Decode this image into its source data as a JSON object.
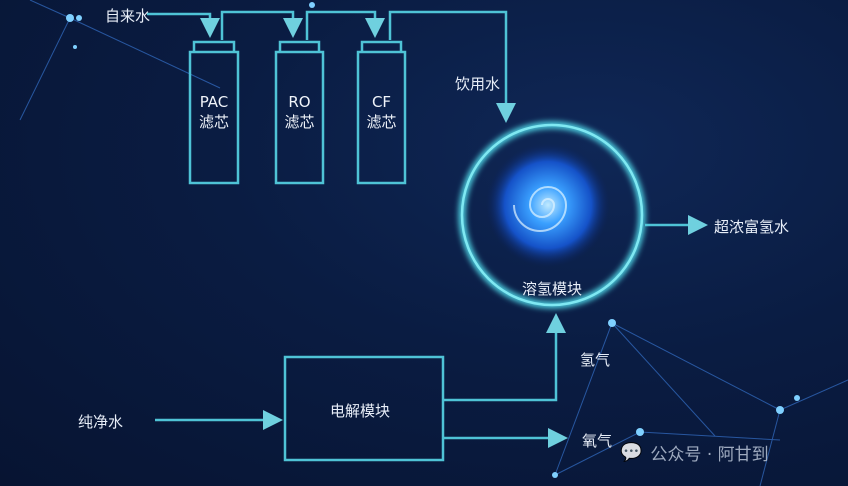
{
  "inputs": {
    "tap_water": "自来水",
    "pure_water": "纯净水"
  },
  "filters": [
    {
      "name": "PAC",
      "label": "滤芯"
    },
    {
      "name": "RO",
      "label": "滤芯"
    },
    {
      "name": "CF",
      "label": "滤芯"
    }
  ],
  "drinking_water": "饮用水",
  "dissolve_module": "溶氢模块",
  "output": "超浓富氢水",
  "electrolysis_module": "电解模块",
  "hydrogen": "氢气",
  "oxygen": "氧气",
  "watermark": "公众号 · 阿甘到",
  "colors": {
    "line": "#4fc3d6",
    "background": "#0a1c42"
  }
}
